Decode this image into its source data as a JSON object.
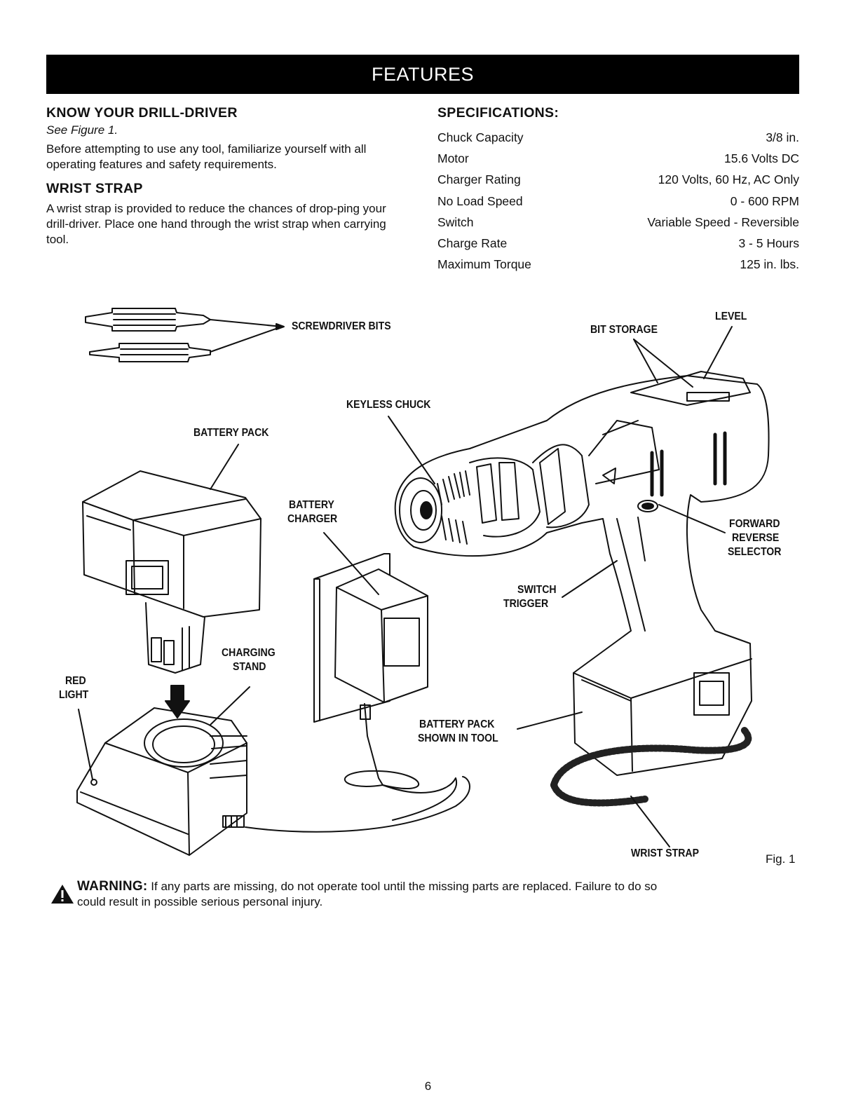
{
  "banner": {
    "title": "FEATURES"
  },
  "know": {
    "heading": "KNOW YOUR DRILL-DRIVER",
    "see_figure": "See Figure 1.",
    "paragraph": "Before attempting to use any tool, familiarize yourself with all operating features and safety requirements."
  },
  "wrist": {
    "heading": "WRIST STRAP",
    "paragraph": "A wrist strap is provided to reduce the chances of drop-ping your drill-driver. Place one hand through the wrist strap when carrying tool."
  },
  "specs": {
    "heading": "SPECIFICATIONS:",
    "rows": [
      {
        "name": "Chuck Capacity",
        "value": "3/8 in."
      },
      {
        "name": "Motor",
        "value": "15.6 Volts DC"
      },
      {
        "name": "Charger Rating",
        "value": "120 Volts, 60 Hz, AC Only"
      },
      {
        "name": "No Load Speed",
        "value": "0 - 600 RPM"
      },
      {
        "name": "Switch",
        "value": "Variable Speed - Reversible"
      },
      {
        "name": "Charge Rate",
        "value": "3 - 5 Hours"
      },
      {
        "name": "Maximum Torque",
        "value": "125 in. lbs."
      }
    ]
  },
  "figure": {
    "labels": {
      "screwdriver_bits": "SCREWDRIVER BITS",
      "bit_storage": "BIT STORAGE",
      "level": "LEVEL",
      "keyless_chuck": "KEYLESS CHUCK",
      "battery_pack": "BATTERY PACK",
      "battery_charger_1": "BATTERY",
      "battery_charger_2": "CHARGER",
      "forward_1": "FORWARD",
      "forward_2": "REVERSE",
      "forward_3": "SELECTOR",
      "switch_1": "SWITCH",
      "switch_2": "TRIGGER",
      "charging_1": "CHARGING",
      "charging_2": "STAND",
      "red_1": "RED",
      "red_2": "LIGHT",
      "pack_tool_1": "BATTERY PACK",
      "pack_tool_2": "SHOWN IN TOOL",
      "wrist_strap": "WRIST STRAP"
    },
    "fig_number": "Fig. 1"
  },
  "warning": {
    "word": "WARNING:",
    "line1": "If any parts are missing, do not operate tool until the missing parts are replaced. Failure to do so",
    "line2": "could result in possible serious personal injury."
  },
  "page_number": "6"
}
